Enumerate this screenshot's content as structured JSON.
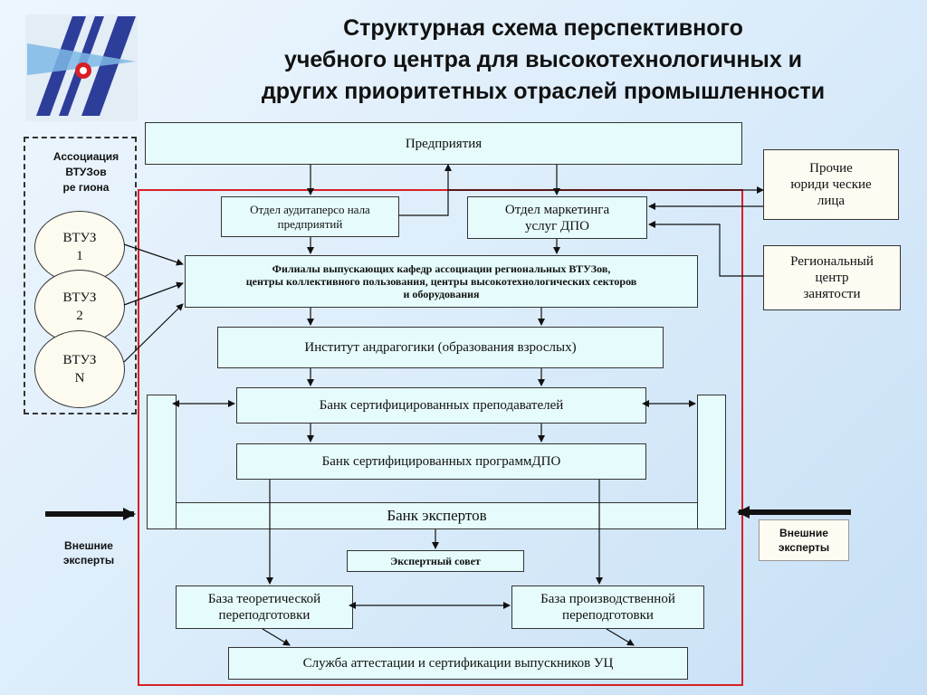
{
  "title": {
    "line1": "Структурная схема перспективного",
    "line2": "учебного центра для высокотехнологичных и",
    "line3": "других приоритетных отраслей промышленности"
  },
  "association": {
    "label_line1": "Ассоциация",
    "label_line2": "ВТУЗов",
    "label_line3": "ре гиона",
    "vtuz": [
      {
        "line1": "ВТУЗ",
        "line2": "1"
      },
      {
        "line1": "ВТУЗ",
        "line2": "2"
      },
      {
        "line1": "ВТУЗ",
        "line2": "N"
      }
    ]
  },
  "boxes": {
    "enterprises": "Предприятия",
    "audit_line1": "Отдел аудитаперсо нала",
    "audit_line2": "предприятий",
    "marketing_line1": "Отдел маркетинга",
    "marketing_line2": "услуг ДПО",
    "other_line1": "Прочие",
    "other_line2": "юриди ческие",
    "other_line3": "лица",
    "regional_line1": "Региональный",
    "regional_line2": "центр",
    "regional_line3": "занятости",
    "branches_line1": "Филиалы выпускающих кафедр ассоциации региональных ВТУЗов,",
    "branches_line2": "центры коллективного пользования, центры высокотехнологических секторов",
    "branches_line3": "и оборудования",
    "institute": "Институт андрагогики (образования взрослых)",
    "bank_teachers": "Банк сертифицированных преподавателей",
    "bank_programs": "Банк сертифицированных программДПО",
    "bank_experts": "Банк экспертов",
    "expert_council": "Экспертный совет",
    "theory_line1": "База теоретической",
    "theory_line2": "переподготовки",
    "production_line1": "База производственной",
    "production_line2": "переподготовки",
    "attestation": "Служба аттестации и сертификации выпускников УЦ"
  },
  "external": {
    "left_line1": "Внешние",
    "left_line2": "эксперты",
    "right_line1": "Внешние",
    "right_line2": "эксперты"
  }
}
